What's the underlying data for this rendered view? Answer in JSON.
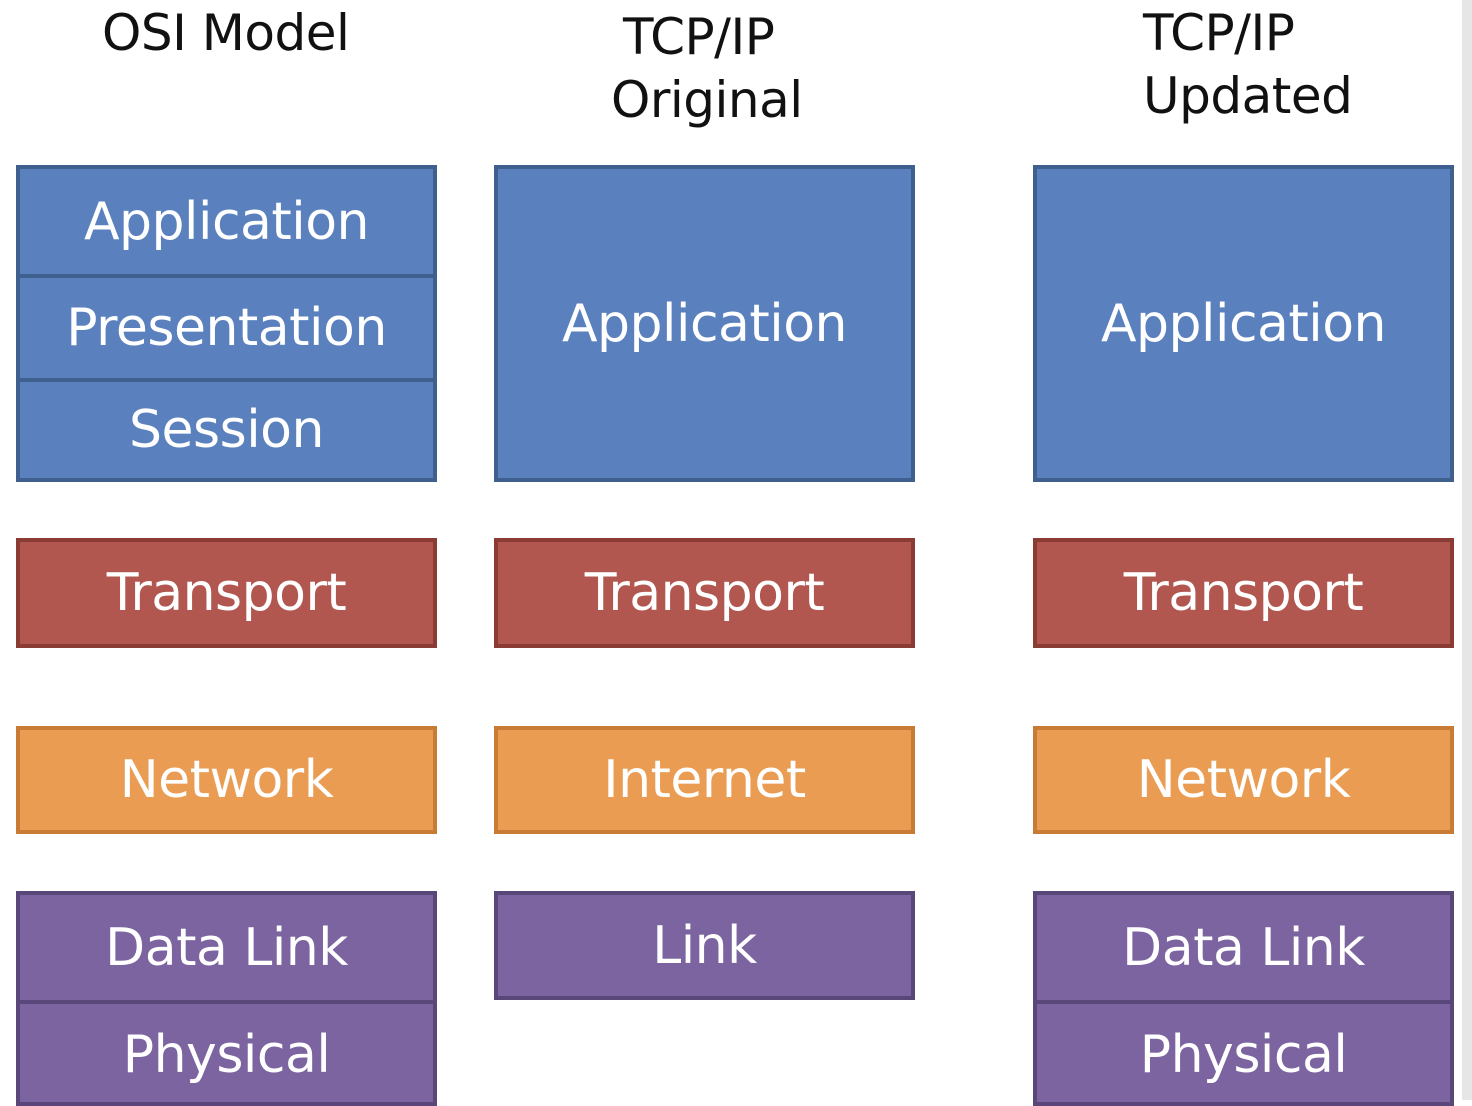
{
  "columns": [
    {
      "title": [
        "OSI Model"
      ],
      "groups": [
        {
          "color": "blue",
          "layers": [
            "Application",
            "Presentation",
            "Session"
          ]
        },
        {
          "color": "red",
          "layers": [
            "Transport"
          ]
        },
        {
          "color": "orange",
          "layers": [
            "Network"
          ]
        },
        {
          "color": "purple",
          "layers": [
            "Data Link",
            "Physical"
          ]
        }
      ]
    },
    {
      "title": [
        "TCP/IP",
        "Original"
      ],
      "groups": [
        {
          "color": "blue",
          "layers": [
            "Application"
          ]
        },
        {
          "color": "red",
          "layers": [
            "Transport"
          ]
        },
        {
          "color": "orange",
          "layers": [
            "Internet"
          ]
        },
        {
          "color": "purple",
          "layers": [
            "Link"
          ]
        }
      ]
    },
    {
      "title": [
        "TCP/IP",
        "Updated"
      ],
      "groups": [
        {
          "color": "blue",
          "layers": [
            "Application"
          ]
        },
        {
          "color": "red",
          "layers": [
            "Transport"
          ]
        },
        {
          "color": "orange",
          "layers": [
            "Network"
          ]
        },
        {
          "color": "purple",
          "layers": [
            "Data Link",
            "Physical"
          ]
        }
      ]
    }
  ],
  "colors": {
    "blue": "#5a80bd",
    "red": "#b2574f",
    "orange": "#e99c52",
    "purple": "#7b649f"
  }
}
